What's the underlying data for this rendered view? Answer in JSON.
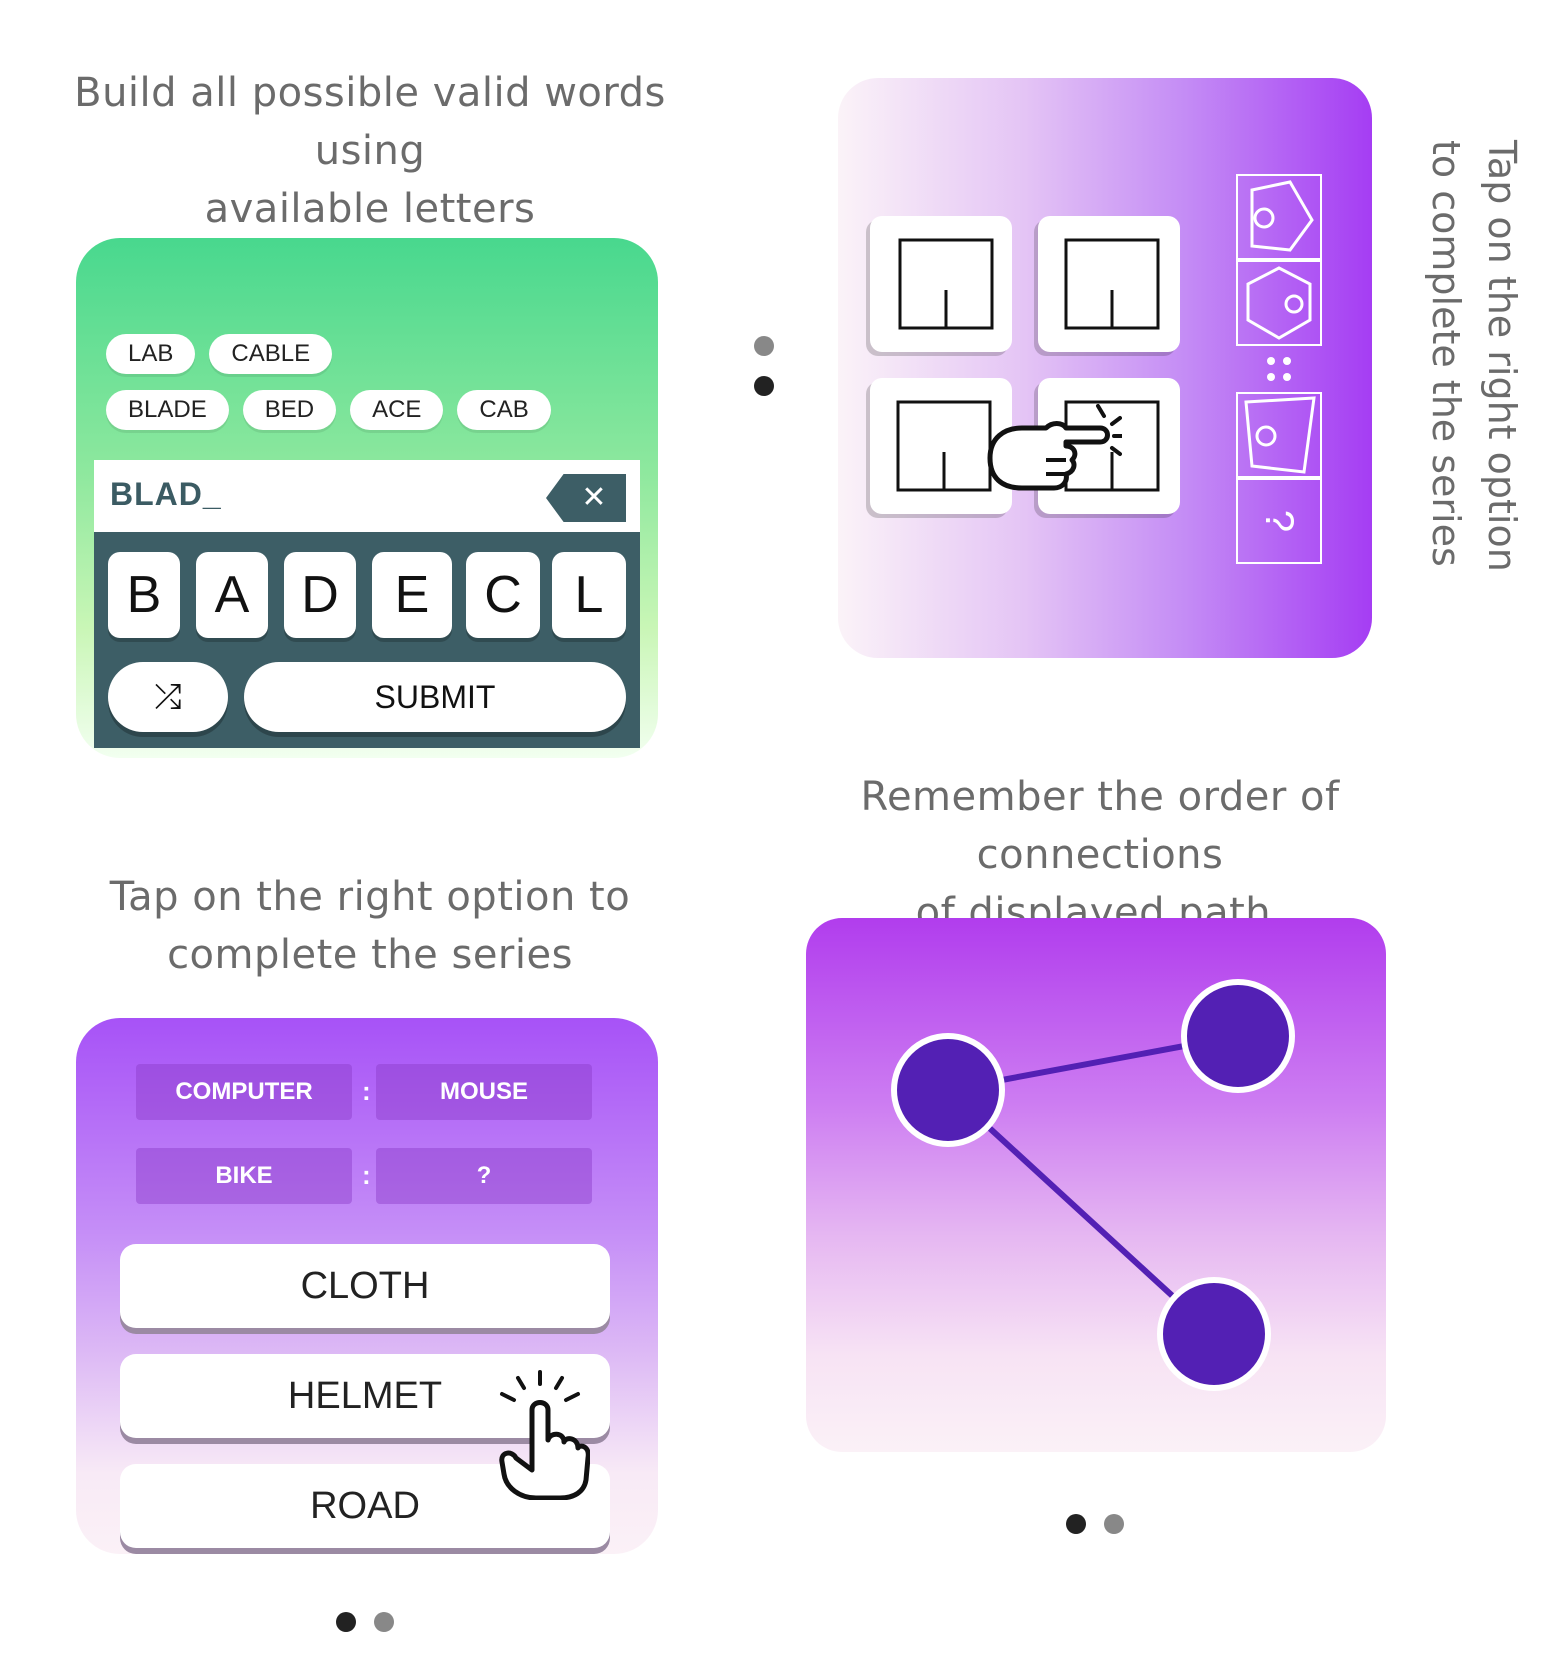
{
  "panel_words": {
    "caption": [
      "Build all possible valid words using",
      "available letters"
    ],
    "found_words_row1": [
      "LAB",
      "CABLE"
    ],
    "found_words_row2": [
      "BLADE",
      "BED",
      "ACE",
      "CAB"
    ],
    "current_input": "BLAD_",
    "backspace_glyph": "✕",
    "letters": [
      "B",
      "A",
      "D",
      "E",
      "C",
      "L"
    ],
    "shuffle_glyph": "⤮",
    "submit_label": "SUBMIT"
  },
  "panel_figures": {
    "caption": "Tap on the right option to complete the series",
    "series_question": "?"
  },
  "panel_analogy": {
    "caption": [
      "Tap on the right option to",
      "complete the series"
    ],
    "row1": [
      "COMPUTER",
      "MOUSE"
    ],
    "row2": [
      "BIKE",
      "?"
    ],
    "separator": ":",
    "options": [
      "CLOTH",
      "HELMET",
      "ROAD"
    ]
  },
  "panel_path": {
    "caption": [
      "Remember the order of connections",
      "of displayed path."
    ]
  },
  "colors": {
    "green_top": "#48d88e",
    "keypad": "#3d5e66",
    "purple": "#a53df3",
    "node": "#5320b4"
  }
}
